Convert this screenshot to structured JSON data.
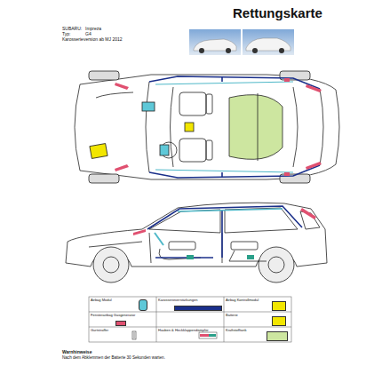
{
  "diagram": {
    "title": "Rettungskarte",
    "labels": [
      "SUBARU:",
      "Impreza",
      "Typ:",
      "G4",
      "Karosserieversion ab MJ 2012",
      "Warnhinweise",
      "Nach dem Abklemmen der Batterie 30 Sekunden warten."
    ],
    "legend": [
      {
        "text": "Airbag Modul",
        "color": "#5ec8d8"
      },
      {
        "text": "Karosserieverstärkungen",
        "color": "#1a2f8a"
      },
      {
        "text": "Airbag Kontrollmodul",
        "color": "#f2e600"
      },
      {
        "text": "Fensterairbag Gasgenerator",
        "color": "#e05070"
      },
      {
        "text": "Batterie",
        "color": "#f2e600"
      },
      {
        "text": "Gurtstraffer"
      },
      {
        "text": "Hauben & Heckklappendämpfer"
      },
      {
        "text": "Kraftstofftank",
        "color": "#cde6a0"
      }
    ]
  }
}
